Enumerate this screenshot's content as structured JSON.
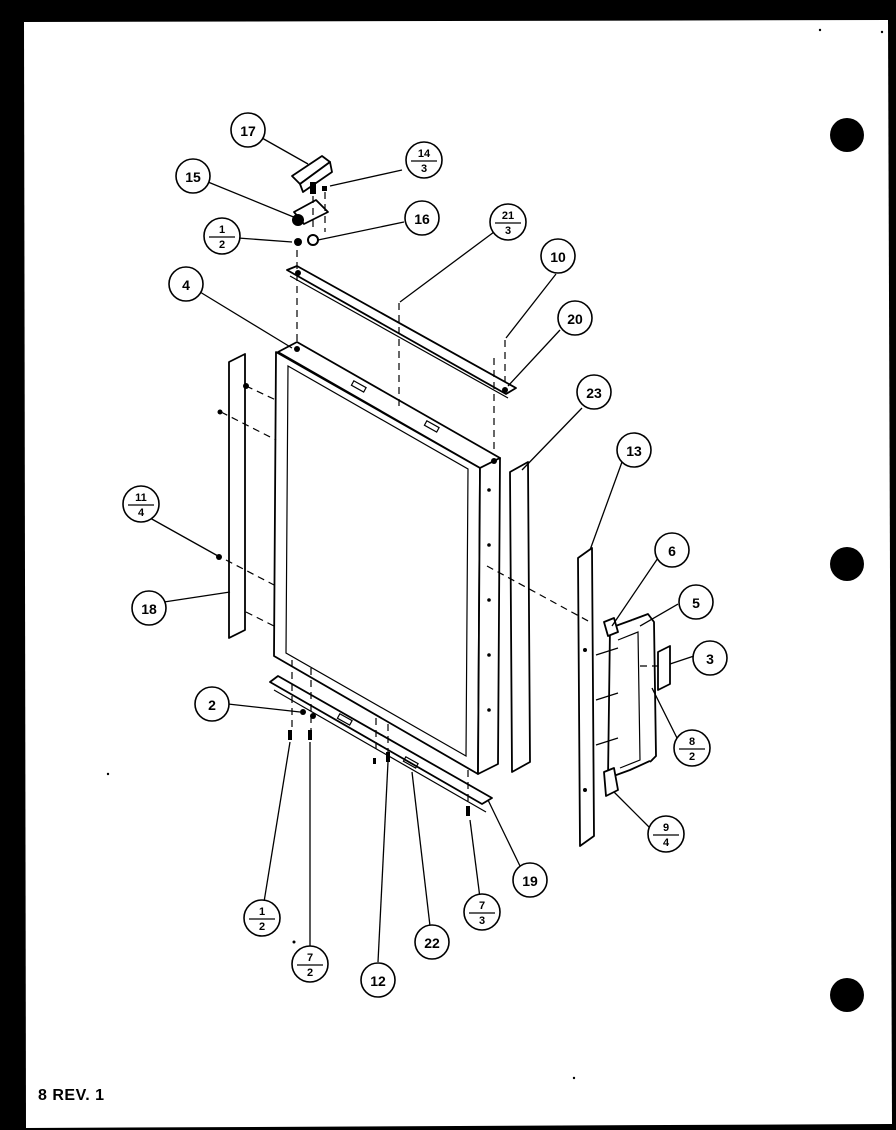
{
  "footer": {
    "revision": "8 REV. 1"
  },
  "callouts": [
    {
      "id": "c17",
      "top": "17"
    },
    {
      "id": "c14-3",
      "top": "14",
      "bottom": "3"
    },
    {
      "id": "c15",
      "top": "15"
    },
    {
      "id": "c16",
      "top": "16"
    },
    {
      "id": "c1-2a",
      "top": "1",
      "bottom": "2"
    },
    {
      "id": "c21-3",
      "top": "21",
      "bottom": "3"
    },
    {
      "id": "c10",
      "top": "10"
    },
    {
      "id": "c4",
      "top": "4"
    },
    {
      "id": "c20",
      "top": "20"
    },
    {
      "id": "c23",
      "top": "23"
    },
    {
      "id": "c13",
      "top": "13"
    },
    {
      "id": "c11-4",
      "top": "11",
      "bottom": "4"
    },
    {
      "id": "c6",
      "top": "6"
    },
    {
      "id": "c18",
      "top": "18"
    },
    {
      "id": "c5",
      "top": "5"
    },
    {
      "id": "c3",
      "top": "3"
    },
    {
      "id": "c2",
      "top": "2"
    },
    {
      "id": "c8-2",
      "top": "8",
      "bottom": "2"
    },
    {
      "id": "c9-4",
      "top": "9",
      "bottom": "4"
    },
    {
      "id": "c19",
      "top": "19"
    },
    {
      "id": "c7-3",
      "top": "7",
      "bottom": "3"
    },
    {
      "id": "c1-2b",
      "top": "1",
      "bottom": "2"
    },
    {
      "id": "c22",
      "top": "22"
    },
    {
      "id": "c7-2",
      "top": "7",
      "bottom": "2"
    },
    {
      "id": "c12",
      "top": "12"
    }
  ]
}
